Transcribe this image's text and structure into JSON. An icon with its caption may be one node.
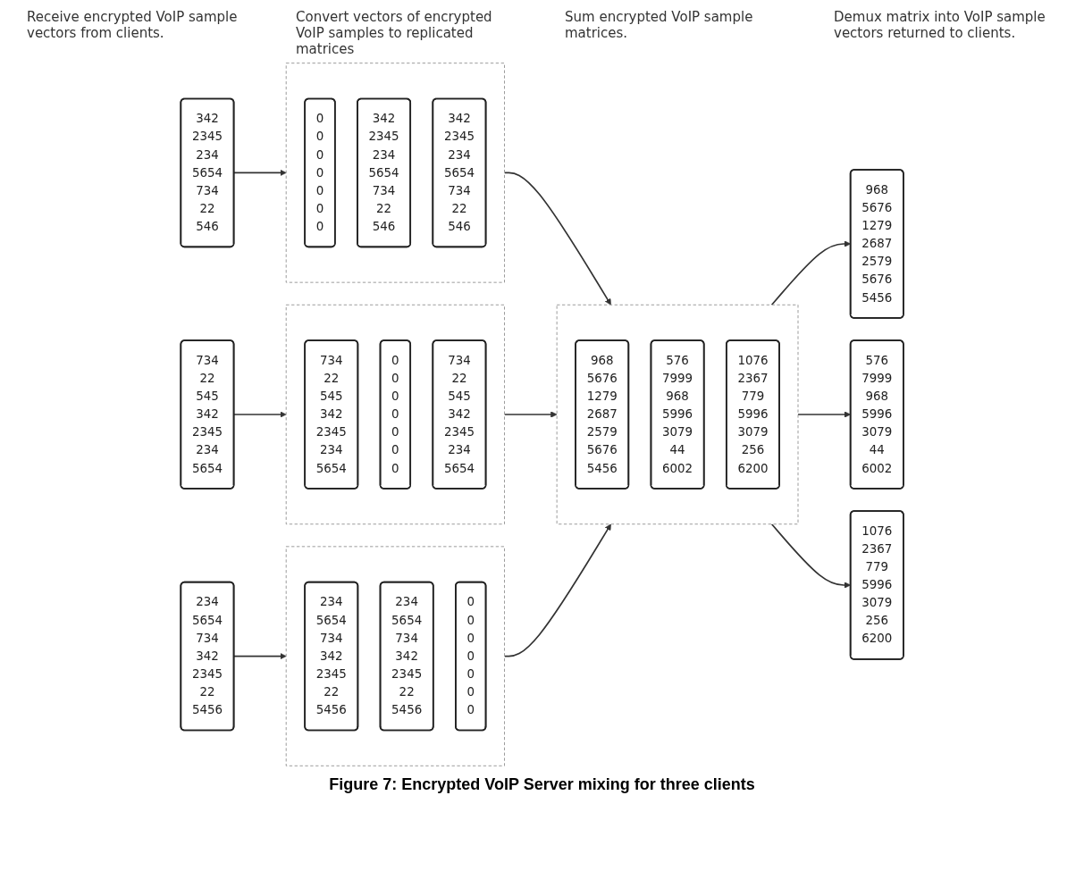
{
  "diagram": {
    "caption": "Figure 7: Encrypted VoIP Server mixing for three clients",
    "nodes": [
      {
        "text": [
          "342 2345 234 5654 734 22 546"
        ]
      },
      {
        "text": [],
        "shape": "box"
      },
      {
        "text": [
          "0 0 0 0 0 0 0"
        ],
        "in": 1
      },
      {
        "text": [
          "342 2345 234 5654 734 22 546"
        ],
        "in": 1
      },
      {
        "text": [
          "342 2345 234 5654 734 22 546"
        ],
        "in": 1
      },
      {
        "text": [
          "968 5676 1279 2687 2579 5676 5456"
        ]
      },
      {
        "text": [
          "734 22 545 342 2345 234 5654"
        ]
      },
      {
        "text": [],
        "shape": "box"
      },
      {
        "text": [
          "734 22 545 342 2345 234 5654"
        ],
        "in": 7
      },
      {
        "text": [
          "0 0 0 0 0 0 0"
        ],
        "in": 7
      },
      {
        "text": [
          "734 22 545 342 2345 234 5654"
        ],
        "in": 7
      },
      {
        "text": [],
        "shape": "box"
      },
      {
        "text": [
          "968 5676 1279 2687 2579 5676 5456"
        ],
        "in": 11
      },
      {
        "text": [
          "576 7999 968 5996 3079 44 6002"
        ],
        "in": 11
      },
      {
        "text": [
          "1076 2367 779 5996 3079 256 6200"
        ],
        "in": 11
      },
      {
        "text": [
          "576 7999 968 5996 3079 44 6002"
        ]
      },
      {
        "text": [
          "234 5654 734 342 2345 22 5456"
        ]
      },
      {
        "text": [],
        "shape": "box"
      },
      {
        "text": [
          "234 5654 734 342 2345 22 5456"
        ],
        "in": 17
      },
      {
        "text": [
          "234 5654 734 342 2345 22 5456"
        ],
        "in": 17
      },
      {
        "text": [
          "0 0 0 0 0 0 0"
        ],
        "in": 17
      },
      {
        "text": [
          "1076 2367 779 5996 3079 256 6200"
        ]
      }
    ],
    "edges": [
      {
        "from": 0,
        "to": 1,
        "arrow": "to"
      },
      {
        "from": 1,
        "to": 11,
        "arrow": "to"
      },
      {
        "from": 11,
        "to": 5,
        "arrow": "to"
      },
      {
        "from": 6,
        "to": 7,
        "arrow": "to"
      },
      {
        "from": 7,
        "to": 11,
        "arrow": "to"
      },
      {
        "from": 11,
        "to": 15,
        "arrow": "to"
      },
      {
        "from": 16,
        "to": 17,
        "arrow": "to"
      },
      {
        "from": 17,
        "to": 11,
        "arrow": "to"
      },
      {
        "from": 11,
        "to": 21,
        "arrow": "to"
      }
    ],
    "labels": [
      "Receive encrypted VoIP sample vectors from clients.",
      "Convert vectors of encrypted VoIP samples to replicated matrices",
      "Sum encrypted VoIP sample matrices.",
      "Demux matrix into VoIP sample vectors returned to clients."
    ]
  }
}
